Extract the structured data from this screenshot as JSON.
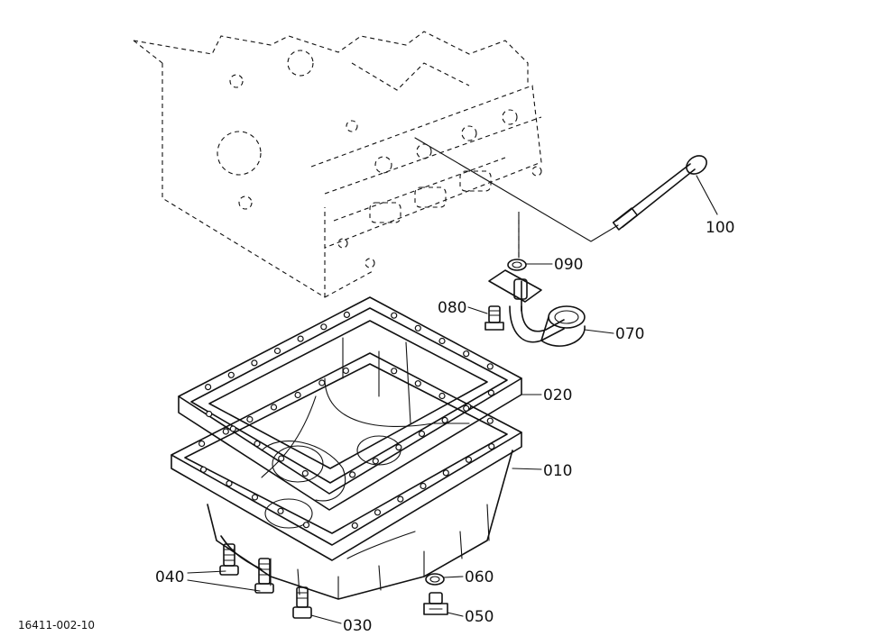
{
  "diagram": {
    "drawing_code": "16411-002-10",
    "parts": [
      {
        "id": "100",
        "label": "100"
      },
      {
        "id": "090",
        "label": "090"
      },
      {
        "id": "080",
        "label": "080"
      },
      {
        "id": "070",
        "label": "070"
      },
      {
        "id": "020",
        "label": "020"
      },
      {
        "id": "010",
        "label": "010"
      },
      {
        "id": "060",
        "label": "060"
      },
      {
        "id": "040",
        "label": "040"
      },
      {
        "id": "050",
        "label": "050"
      },
      {
        "id": "030",
        "label": "030"
      }
    ]
  }
}
